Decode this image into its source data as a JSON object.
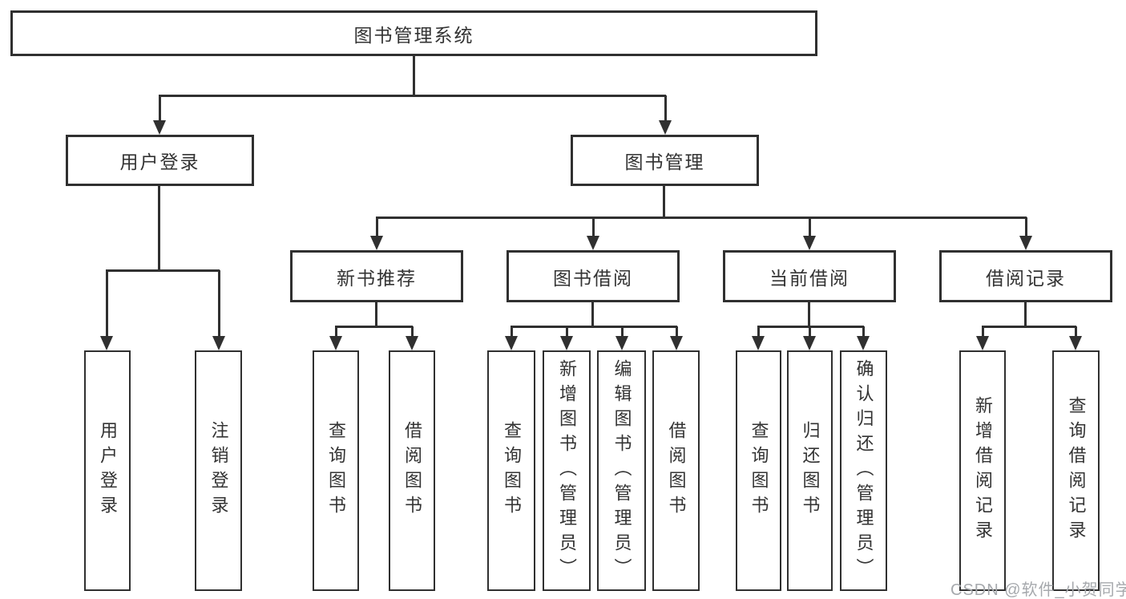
{
  "diagram": {
    "root": {
      "label": "图书管理系统"
    },
    "level2": [
      {
        "label": "用户登录"
      },
      {
        "label": "图书管理"
      }
    ],
    "level3": [
      {
        "label": "新书推荐"
      },
      {
        "label": "图书借阅"
      },
      {
        "label": "当前借阅"
      },
      {
        "label": "借阅记录"
      }
    ],
    "leaves": [
      {
        "label": "用户登录"
      },
      {
        "label": "注销登录"
      },
      {
        "label": "查询图书"
      },
      {
        "label": "借阅图书"
      },
      {
        "label": "查询图书"
      },
      {
        "label": "新增图书（管理员）"
      },
      {
        "label": "编辑图书（管理员）"
      },
      {
        "label": "借阅图书"
      },
      {
        "label": "查询图书"
      },
      {
        "label": "归还图书"
      },
      {
        "label": "确认归还（管理员）"
      },
      {
        "label": "新增借阅记录"
      },
      {
        "label": "查询借阅记录"
      }
    ],
    "watermark": "CSDN @软件_小贺同学",
    "colors": {
      "line": "#303030",
      "border": "#303030",
      "text": "#333333",
      "watermark": "#a6a9ad",
      "background": "#ffffff"
    }
  }
}
